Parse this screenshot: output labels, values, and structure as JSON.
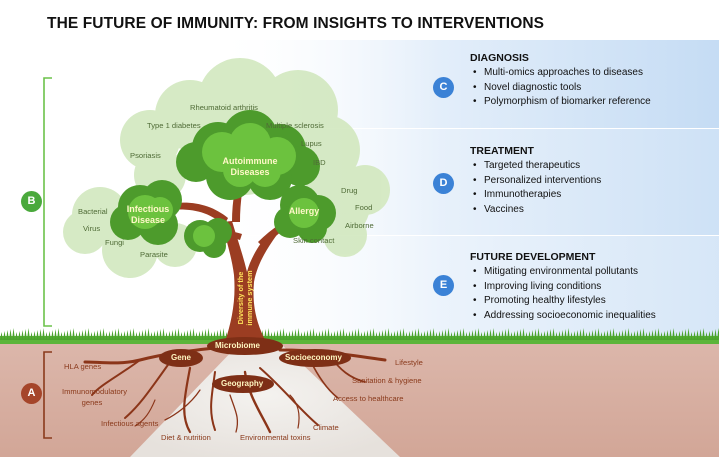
{
  "title": "THE FUTURE OF IMMUNITY: FROM INSIGHTS TO INTERVENTIONS",
  "colors": {
    "badge_blue": "#3b82d6",
    "badge_green": "#4aa93c",
    "badge_red": "#a5452a",
    "panel_blue": "#cfe2f7",
    "soil": "#dbb3a6",
    "grass": "#5cb53a",
    "trunk": "#9b3d22",
    "leaves": "#4d9b2c"
  },
  "badges": {
    "a": "A",
    "b": "B",
    "c": "C",
    "d": "D",
    "e": "E"
  },
  "diagnosis": {
    "heading": "DIAGNOSIS",
    "items": [
      "Multi-omics approaches to diseases",
      "Novel diagnostic tools",
      "Polymorphism of biomarker reference"
    ]
  },
  "treatment": {
    "heading": "TREATMENT",
    "items": [
      "Targeted therapeutics",
      "Personalized interventions",
      "Immunotherapies",
      "Vaccines"
    ]
  },
  "future": {
    "heading": "FUTURE DEVELOPMENT",
    "items": [
      "Mitigating environmental pollutants",
      "Improving living conditions",
      "Promoting healthy lifestyles",
      "Addressing socioeconomic inequalities"
    ]
  },
  "tree": {
    "autoimmune": {
      "name": "Autoimmune Diseases",
      "line1": "Autoimmune",
      "line2": "Diseases",
      "diseases": [
        "Rheumatoid arthritis",
        "Type 1 diabetes",
        "Multiple sclerosis",
        "Psoriasis",
        "Lupus",
        "IBD"
      ]
    },
    "infectious": {
      "line1": "Infectious",
      "line2": "Disease",
      "diseases": [
        "Bacterial",
        "Virus",
        "Fungi",
        "Parasite"
      ]
    },
    "allergy": {
      "name": "Allergy",
      "diseases": [
        "Drug",
        "Food",
        "Airborne",
        "Skin contact"
      ]
    },
    "trunk_line1": "Diversity of the",
    "trunk_line2": "immune system"
  },
  "roots": {
    "main": [
      "Microbiome",
      "Gene",
      "Socioeconomy",
      "Geography"
    ],
    "factors": [
      "HLA genes",
      "Immunomodulatory genes",
      "Infectious agents",
      "Diet & nutrition",
      "Environmental toxins",
      "Climate",
      "Access to healthcare",
      "Sanitation & hygiene",
      "Lifestyle"
    ]
  }
}
